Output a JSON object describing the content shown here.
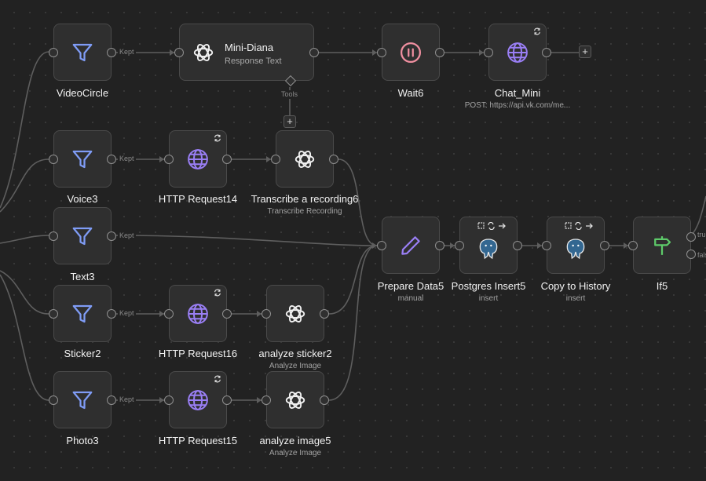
{
  "nodes": {
    "videocircle": {
      "label": "VideoCircle",
      "icon": "filter-icon"
    },
    "mini_diana": {
      "title": "Mini-Diana",
      "subtitle": "Response Text",
      "icon": "openai-icon"
    },
    "wait6": {
      "label": "Wait6",
      "icon": "pause-icon"
    },
    "chat_mini": {
      "label": "Chat_Mini",
      "subtitle": "POST: https://api.vk.com/me...",
      "icon": "globe-icon"
    },
    "voice3": {
      "label": "Voice3",
      "icon": "filter-icon"
    },
    "http14": {
      "label": "HTTP Request14",
      "icon": "globe-icon"
    },
    "transcribe6": {
      "label": "Transcribe a recording6",
      "subtitle": "Transcribe Recording",
      "icon": "openai-icon"
    },
    "text3": {
      "label": "Text3",
      "icon": "filter-icon"
    },
    "prepare5": {
      "label": "Prepare Data5",
      "subtitle": "manual",
      "icon": "pencil-icon"
    },
    "pg_insert5": {
      "label": "Postgres Insert5",
      "subtitle": "insert",
      "icon": "postgres-icon"
    },
    "copy_history": {
      "label": "Copy to History",
      "subtitle": "insert",
      "icon": "postgres-icon"
    },
    "if5": {
      "label": "If5",
      "icon": "signpost-icon"
    },
    "sticker2": {
      "label": "Sticker2",
      "icon": "filter-icon"
    },
    "http16": {
      "label": "HTTP Request16",
      "icon": "globe-icon"
    },
    "sticker_an2": {
      "label": "analyze sticker2",
      "subtitle": "Analyze Image",
      "icon": "openai-icon"
    },
    "photo3": {
      "label": "Photo3",
      "icon": "filter-icon"
    },
    "http15": {
      "label": "HTTP Request15",
      "icon": "globe-icon"
    },
    "image_an5": {
      "label": "analyze image5",
      "subtitle": "Analyze Image",
      "icon": "openai-icon"
    }
  },
  "edge_labels": {
    "kept": "Kept",
    "tools": "Tools",
    "true": "true",
    "false": "false"
  },
  "colors": {
    "canvas": "#222222",
    "node_bg": "#2f2f2f",
    "node_border": "#4a4a4a",
    "edge": "#5e5e5e",
    "filter_icon": "#7f9cf5",
    "globe_icon": "#9a7ff5",
    "pause_icon": "#f08fa0",
    "signpost_icon": "#5ecb6a",
    "pencil_icon": "#9a7ff5"
  }
}
